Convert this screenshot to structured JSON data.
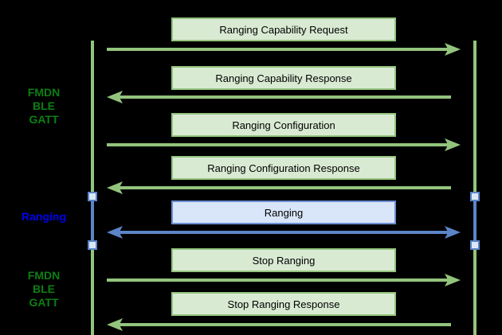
{
  "diagram": {
    "type": "sequence-diagram",
    "background": "#000000",
    "colors": {
      "green_stroke": "#93c47d",
      "green_box_fill": "#d9ead3",
      "green_label_text": "#0e7e14",
      "blue_stroke": "#5b84c8",
      "blue_box_fill": "#d9e5f8",
      "blue_label_text": "#0000ee",
      "endpoint_square_fill": "#dbe7f6",
      "box_text": "#000000"
    },
    "left_labels": [
      {
        "lines": [
          "FMDN",
          "BLE",
          "GATT"
        ],
        "color": "green"
      },
      {
        "lines": [
          "Ranging"
        ],
        "color": "blue"
      },
      {
        "lines": [
          "FMDN",
          "BLE",
          "GATT"
        ],
        "color": "green"
      }
    ],
    "messages": [
      {
        "label": "Ranging Capability Request",
        "direction": "right",
        "style": "green"
      },
      {
        "label": "Ranging Capability Response",
        "direction": "left",
        "style": "green"
      },
      {
        "label": "Ranging Configuration",
        "direction": "right",
        "style": "green"
      },
      {
        "label": "Ranging Configuration Response",
        "direction": "left",
        "style": "green"
      },
      {
        "label": "Ranging",
        "direction": "both",
        "style": "blue"
      },
      {
        "label": "Stop Ranging",
        "direction": "right",
        "style": "green"
      },
      {
        "label": "Stop Ranging Response",
        "direction": "left",
        "style": "green"
      }
    ]
  }
}
